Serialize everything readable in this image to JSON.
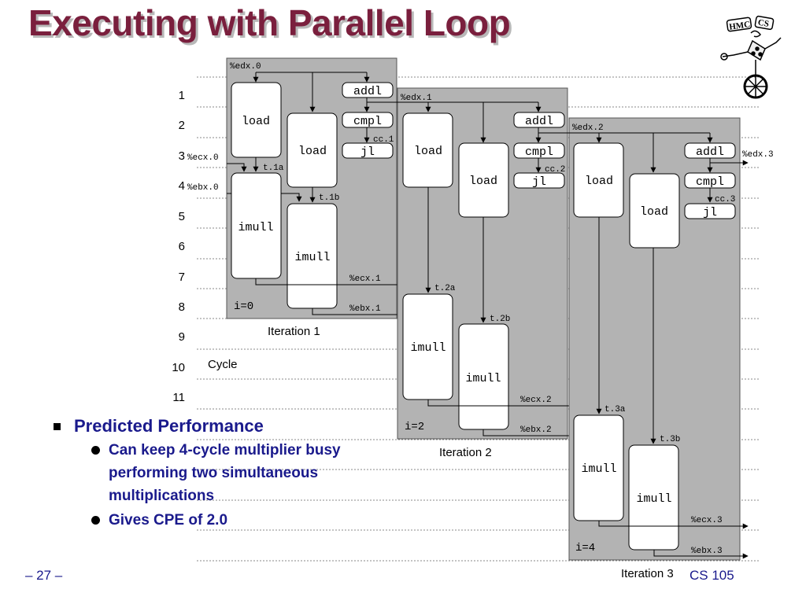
{
  "slide": {
    "title": "Executing with Parallel Loop",
    "footer_left": "– 27 –",
    "footer_right": "CS 105",
    "logo": {
      "text_top": "HMC",
      "text_right": "CS",
      "icon": "hmc-cs-robot-logo"
    }
  },
  "diagram": {
    "cycles": [
      "1",
      "2",
      "3",
      "4",
      "5",
      "6",
      "7",
      "8",
      "9",
      "10",
      "11"
    ],
    "cycle_label": "Cycle",
    "iterations": [
      {
        "label": "Iteration 1",
        "index_label": "i=0",
        "edx_in": "%edx.0",
        "ecx_in": "%ecx.0",
        "ebx_in": "%ebx.0",
        "ops": {
          "addl": "addl",
          "cmpl": "cmpl",
          "jl": "jl",
          "load_a": "load",
          "load_b": "load",
          "imull_a": "imull",
          "imull_b": "imull"
        },
        "cc": "cc.1",
        "temps": [
          "t.1a",
          "t.1b"
        ],
        "ecx_out": "%ecx.1",
        "ebx_out": "%ebx.1"
      },
      {
        "label": "Iteration 2",
        "index_label": "i=2",
        "edx_in": "%edx.1",
        "ops": {
          "addl": "addl",
          "cmpl": "cmpl",
          "jl": "jl",
          "load_a": "load",
          "load_b": "load",
          "imull_a": "imull",
          "imull_b": "imull"
        },
        "cc": "cc.2",
        "temps": [
          "t.2a",
          "t.2b"
        ],
        "ecx_out": "%ecx.2",
        "ebx_out": "%ebx.2"
      },
      {
        "label": "Iteration 3",
        "index_label": "i=4",
        "edx_in": "%edx.2",
        "edx_out": "%edx.3",
        "ops": {
          "addl": "addl",
          "cmpl": "cmpl",
          "jl": "jl",
          "load_a": "load",
          "load_b": "load",
          "imull_a": "imull",
          "imull_b": "imull"
        },
        "cc": "cc.3",
        "temps": [
          "t.3a",
          "t.3b"
        ],
        "ecx_out": "%ecx.3",
        "ebx_out": "%ebx.3"
      }
    ]
  },
  "bullets": {
    "main": "Predicted Performance",
    "sub": [
      "Can keep 4-cycle multiplier busy performing two simultaneous multiplications",
      "Gives CPE of 2.0"
    ]
  },
  "colors": {
    "title": "#7a1f3d",
    "bullet_text": "#1a1a8c",
    "iteration_panel": "#b3b3b3"
  }
}
